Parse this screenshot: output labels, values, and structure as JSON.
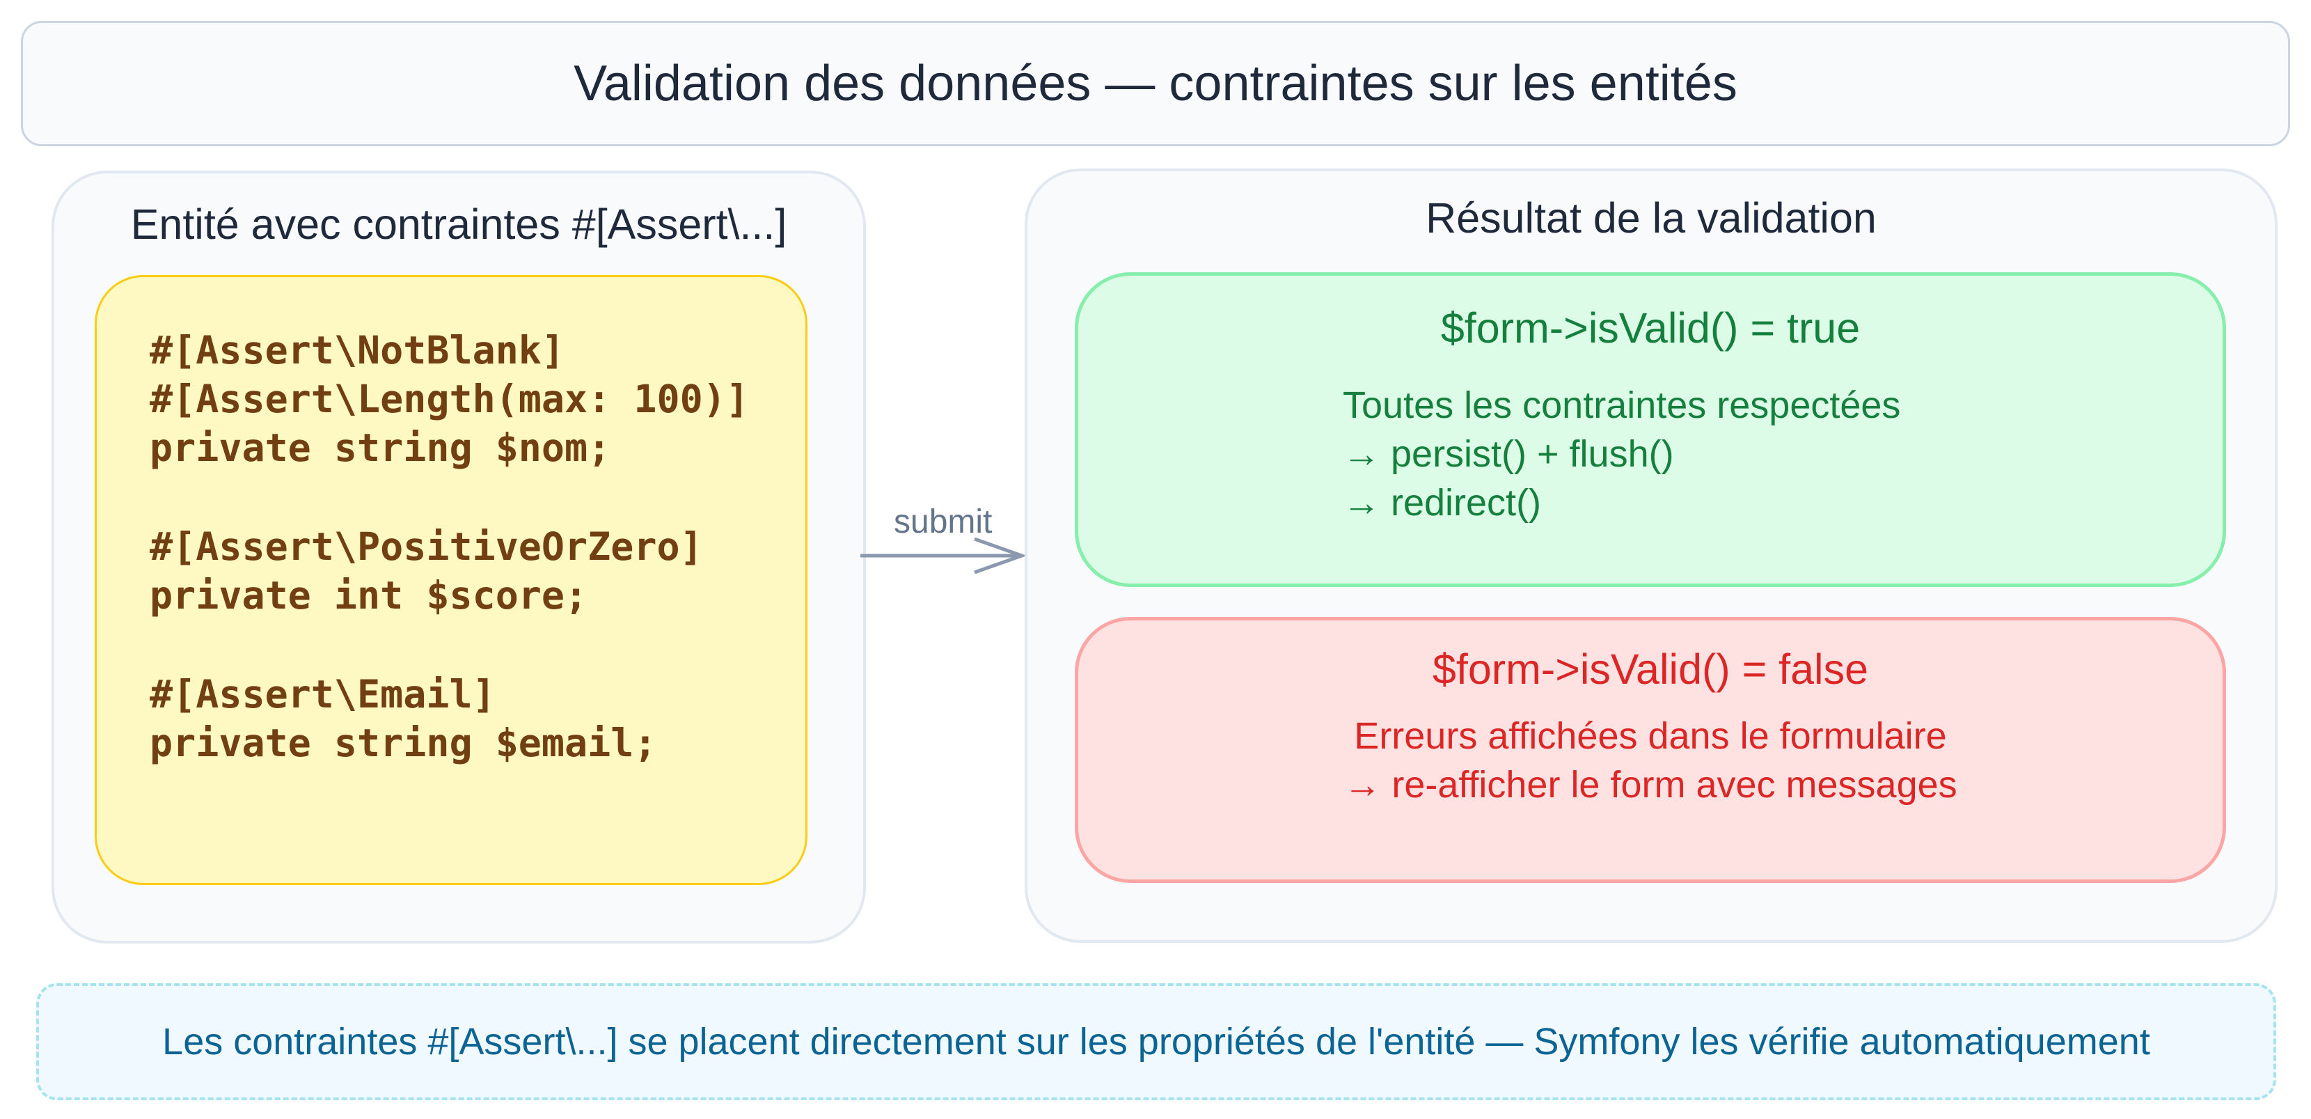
{
  "title": "Validation des données — contraintes sur les entités",
  "left_panel": {
    "title": "Entité avec contraintes #[Assert\\...]",
    "code_lines": [
      "#[Assert\\NotBlank]",
      "#[Assert\\Length(max: 100)]",
      "private string $nom;",
      "#[Assert\\PositiveOrZero]",
      "private int $score;",
      "#[Assert\\Email]",
      "private string $email;"
    ]
  },
  "arrow": {
    "label": "submit"
  },
  "right_panel": {
    "title": "Résultat de la validation",
    "valid": {
      "heading": "$form->isValid() = true",
      "lines": [
        "Toutes les contraintes respectées",
        "→ persist() + flush()",
        "→ redirect()"
      ]
    },
    "invalid": {
      "heading": "$form->isValid() = false",
      "lines": [
        "Erreurs affichées dans le formulaire",
        "→ re-afficher le form avec messages"
      ]
    }
  },
  "footer": "Les contraintes #[Assert\\...] se placent directement sur les propriétés de l'entité — Symfony les vérifie automatiquement",
  "colors": {
    "valid_bg": "#dcfce7",
    "valid_text": "#15803d",
    "invalid_bg": "#fee2e2",
    "invalid_text": "#dc2626",
    "code_bg": "#fef9c3",
    "code_text": "#713f12",
    "footer_text": "#0b6494"
  }
}
